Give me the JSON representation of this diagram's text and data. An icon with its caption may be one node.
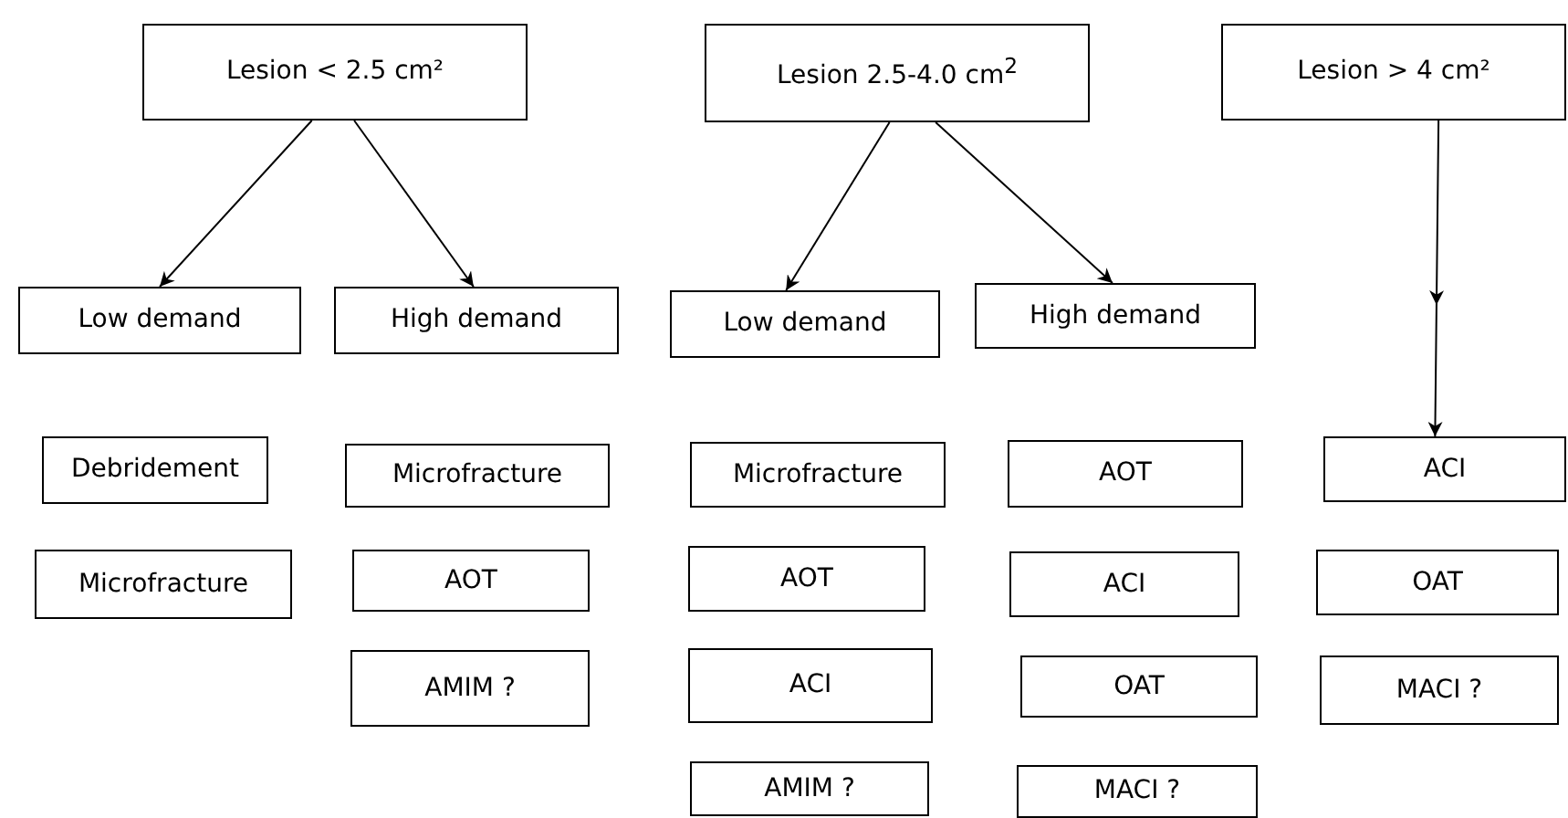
{
  "diagram": {
    "nodes": [
      {
        "text": [
          "Lesion < 2.5 cm²"
        ]
      },
      {
        "text": [
          "Lesion 2.5-4.0 cm$^{2}$"
        ]
      },
      {
        "text": [
          "Lesion > 4 cm²"
        ]
      },
      {
        "text": [
          "Low demand"
        ]
      },
      {
        "text": [
          "High demand"
        ]
      },
      {
        "text": [
          "Low demand"
        ]
      },
      {
        "text": [
          "High demand"
        ]
      },
      {
        "text": [
          "Debridement"
        ]
      },
      {
        "text": [
          "Microfracture"
        ]
      },
      {
        "text": [
          "AOT"
        ]
      },
      {
        "text": [
          "ACI"
        ]
      },
      {
        "text": [
          "Microfracture"
        ]
      },
      {
        "text": [
          "Microfracture"
        ]
      },
      {
        "text": [
          "AOT"
        ]
      },
      {
        "text": [
          "AOT"
        ]
      },
      {
        "text": [
          "ACI"
        ]
      },
      {
        "text": [
          "OAT"
        ]
      },
      {
        "text": [
          "AMIM ?"
        ]
      },
      {
        "text": [
          "ACI"
        ]
      },
      {
        "text": [
          "OAT"
        ]
      },
      {
        "text": [
          "MACI ?"
        ]
      },
      {
        "text": [
          "AMIM ?"
        ]
      },
      {
        "text": [
          "MACI ?"
        ]
      }
    ],
    "edges": [
      {
        "from": 0,
        "to": 3,
        "arrow": "to"
      },
      {
        "from": 0,
        "to": 4,
        "arrow": "to"
      },
      {
        "from": 1,
        "to": 5,
        "arrow": "to"
      },
      {
        "from": 1,
        "to": 6,
        "arrow": "to"
      },
      {
        "from": 2,
        "to": 10,
        "arrow": "to"
      }
    ]
  }
}
